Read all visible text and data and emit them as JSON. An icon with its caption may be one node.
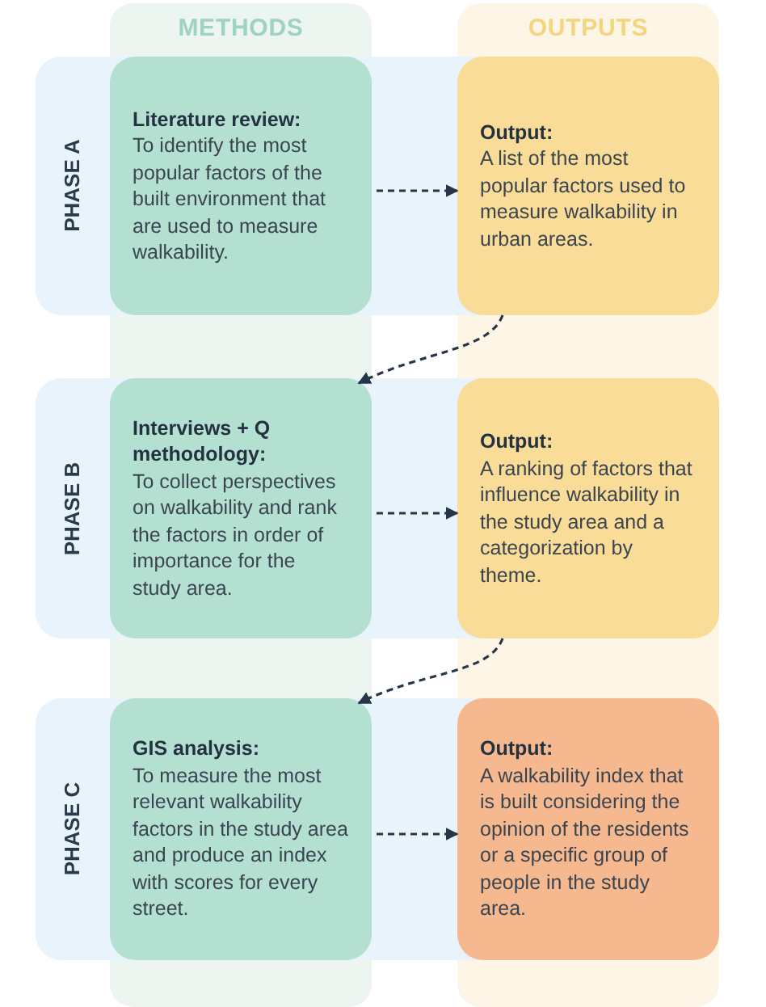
{
  "diagram": {
    "nodes": [
      {
        "text": [
          "Literature review:",
          "To identify the most popular factors of the built environment that are used to measure walkability."
        ]
      },
      {
        "text": [
          "Output:",
          "A list of the most popular factors used to measure walkability in urban areas."
        ]
      },
      {
        "text": [
          "Interviews + Q methodology:",
          "To collect perspectives on walkability and rank the factors in order of importance for the study area."
        ]
      },
      {
        "text": [
          "Output:",
          "A ranking of factors that influence walkability in the study area and a categorization by theme."
        ]
      },
      {
        "text": [
          "GIS analysis:",
          "To measure the most relevant walkability factors in the study area and produce an index with scores for every street."
        ]
      },
      {
        "text": [
          "Output:",
          "A walkability index that is built considering the opinion of the residents or a specific group of people in the study area."
        ]
      }
    ],
    "edges": [
      {
        "from": 0,
        "to": 1,
        "arrow": "to",
        "style": "dashed"
      },
      {
        "from": 1,
        "to": 2,
        "arrow": "to",
        "style": "dashed"
      },
      {
        "from": 2,
        "to": 3,
        "arrow": "to",
        "style": "dashed"
      },
      {
        "from": 3,
        "to": 4,
        "arrow": "to",
        "style": "dashed"
      },
      {
        "from": 4,
        "to": 5,
        "arrow": "to",
        "style": "dashed"
      }
    ],
    "labels": [
      "METHODS",
      "OUTPUTS",
      "PHASE A",
      "PHASE B",
      "PHASE C"
    ]
  }
}
